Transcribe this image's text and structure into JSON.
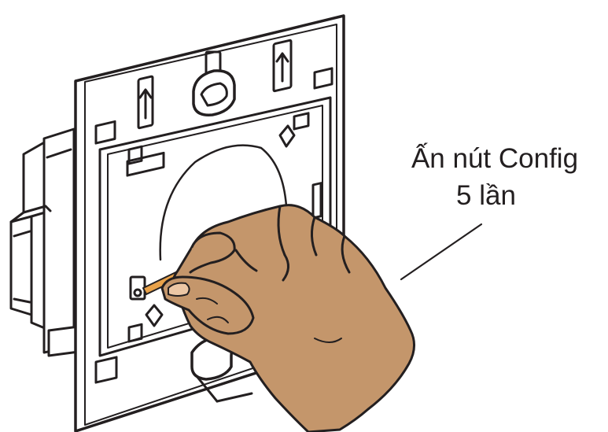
{
  "callout": {
    "line1": "Ấn nút Config",
    "line2": "5 lần"
  },
  "colors": {
    "stroke": "#231f20",
    "skin": "#c4966b",
    "pin": "#e9a24a",
    "background": "#ffffff"
  },
  "illustration": {
    "subject": "hand pressing the config button of a wall switch module with a pin",
    "icons": [
      "wall-switch-frame",
      "hand",
      "pin-tool"
    ]
  }
}
